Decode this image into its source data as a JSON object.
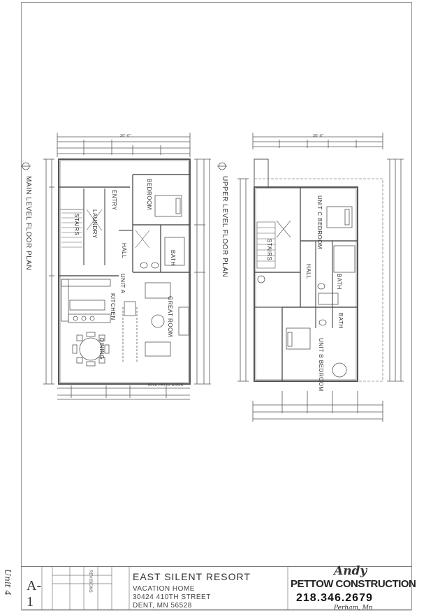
{
  "plans": {
    "main": {
      "title": "MAIN LEVEL FLOOR PLAN",
      "rooms": {
        "entry": "ENTRY",
        "bedroom": "BEDROOM",
        "laundry": "LAUNDRY",
        "stairs": "STAIRS",
        "hall": "HALL",
        "bath": "BATH",
        "unit": "UNIT A",
        "kitchen": "KITCHEN",
        "great_room": "GREAT ROOM",
        "dining": "DINING"
      },
      "dimension_overall": "30'-6\"",
      "door_note": "6068 PATIO DOOR"
    },
    "upper": {
      "title": "UPPER LEVEL FLOOR PLAN",
      "rooms": {
        "unit_c_bedroom": "UNIT C BEDROOM",
        "stairs": "STAIRS",
        "hall": "HALL",
        "bath_c": "BATH",
        "bath_b": "BATH",
        "unit_b_bedroom": "UNIT B BEDROOM"
      },
      "dimension_overall": "30'-6\""
    }
  },
  "titleblock": {
    "sheet_number": "A-1",
    "revisions_label": "REVISIONS",
    "project_name": "EAST SILENT RESORT",
    "project_type": "VACATION HOME",
    "address": "30424 410TH STREET",
    "city": "DENT, MN 56528",
    "brand_script": "Andy",
    "brand_name": "PETTOW CONSTRUCTION",
    "phone": "218.346.2679",
    "brand_city": "Perham, Mn",
    "handwritten": "Unit 4"
  }
}
